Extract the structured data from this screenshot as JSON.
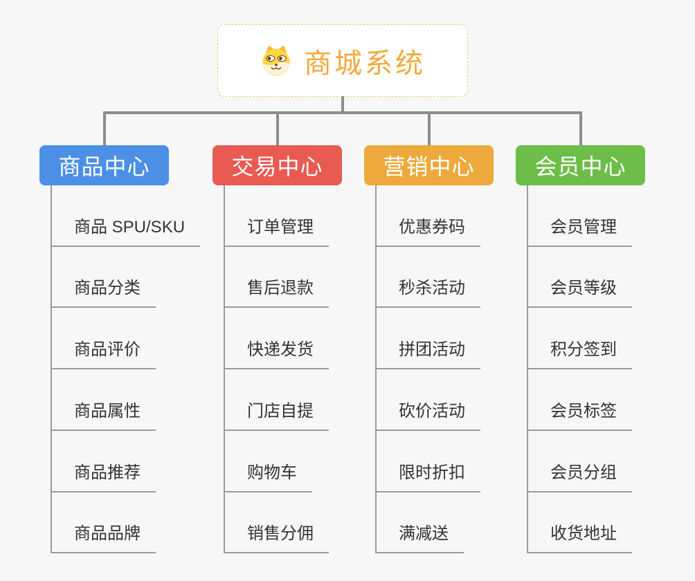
{
  "root": {
    "title": "商城系统",
    "icon": "shiba-dog-icon",
    "title_color": "#F2A93C",
    "border_color": "#F1C875"
  },
  "branches": [
    {
      "label": "商品中心",
      "color": "#4B90E6",
      "items": [
        "商品 SPU/SKU",
        "商品分类",
        "商品评价",
        "商品属性",
        "商品推荐",
        "商品品牌"
      ]
    },
    {
      "label": "交易中心",
      "color": "#E85A52",
      "items": [
        "订单管理",
        "售后退款",
        "快递发货",
        "门店自提",
        "购物车",
        "销售分佣"
      ]
    },
    {
      "label": "营销中心",
      "color": "#EDA93B",
      "items": [
        "优惠券码",
        "秒杀活动",
        "拼团活动",
        "砍价活动",
        "限时折扣",
        "满减送"
      ]
    },
    {
      "label": "会员中心",
      "color": "#6DBE48",
      "items": [
        "会员管理",
        "会员等级",
        "积分签到",
        "会员标签",
        "会员分组",
        "收货地址"
      ]
    }
  ],
  "colors": {
    "background": "#F7F7F7",
    "connector": "#8C8C8C",
    "trunk_and_underline": "#9A9A9A",
    "leaf_text": "#333333"
  }
}
